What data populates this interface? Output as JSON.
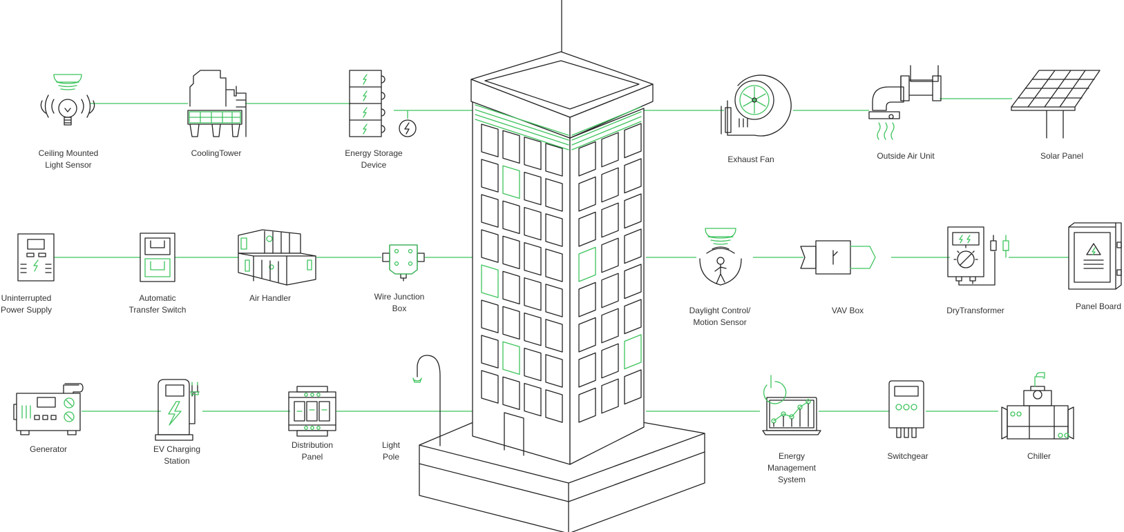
{
  "colors": {
    "accent": "#3cc35c",
    "stroke": "#222222",
    "text": "#333333",
    "background": "#ffffff"
  },
  "nodes": {
    "ceiling_light_sensor": {
      "label": "Ceiling Mounted\nLight Sensor",
      "icon": "light-sensor-icon"
    },
    "cooling_tower": {
      "label": "CoolingTower",
      "icon": "cooling-tower-icon"
    },
    "energy_storage": {
      "label": "Energy Storage\nDevice",
      "icon": "battery-stack-icon"
    },
    "exhaust_fan": {
      "label": "Exhaust Fan",
      "icon": "exhaust-fan-icon"
    },
    "outside_air_unit": {
      "label": "Outside Air Unit",
      "icon": "air-pipe-icon"
    },
    "solar_panel": {
      "label": "Solar Panel",
      "icon": "solar-panel-icon"
    },
    "ups": {
      "label": "Uninterrupted\nPower Supply",
      "icon": "ups-icon"
    },
    "ats": {
      "label": "Automatic\nTransfer Switch",
      "icon": "transfer-switch-icon"
    },
    "air_handler": {
      "label": "Air Handler",
      "icon": "air-handler-icon"
    },
    "wire_junction": {
      "label": "Wire Junction\nBox",
      "icon": "junction-box-icon"
    },
    "daylight_motion": {
      "label": "Daylight Control/\nMotion Sensor",
      "icon": "motion-sensor-icon"
    },
    "vav_box": {
      "label": "VAV Box",
      "icon": "vav-box-icon"
    },
    "dry_transformer": {
      "label": "DryTransformer",
      "icon": "multimeter-icon"
    },
    "panel_board": {
      "label": "Panel Board",
      "icon": "panel-board-icon"
    },
    "generator": {
      "label": "Generator",
      "icon": "generator-icon"
    },
    "ev_charging": {
      "label": "EV Charging\nStation",
      "icon": "ev-charger-icon"
    },
    "distribution_panel": {
      "label": "Distribution\nPanel",
      "icon": "distribution-panel-icon"
    },
    "light_pole": {
      "label": "Light\nPole",
      "icon": "light-pole-icon"
    },
    "energy_management": {
      "label": "Energy\nManagement\nSystem",
      "icon": "laptop-chart-icon"
    },
    "switchgear": {
      "label": "Switchgear",
      "icon": "switchgear-icon"
    },
    "chiller": {
      "label": "Chiller",
      "icon": "chiller-icon"
    }
  },
  "center": {
    "icon": "building-icon"
  }
}
